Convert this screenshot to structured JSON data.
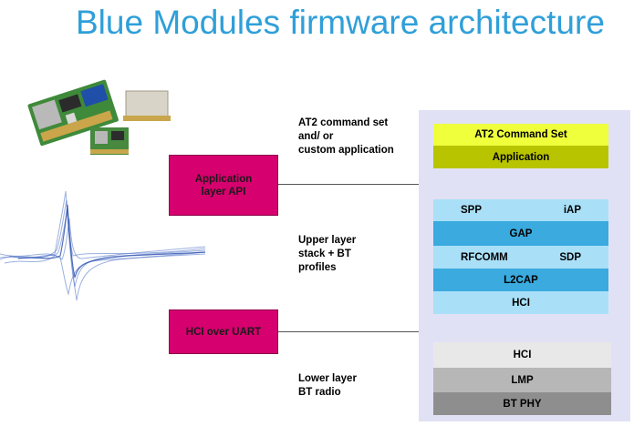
{
  "title": "Blue Modules firmware architecture",
  "boxes": {
    "app_api": [
      "Application",
      "layer API"
    ],
    "hci_uart": "HCI over UART"
  },
  "labels": {
    "top": [
      "AT2 command set",
      "and/ or",
      "custom application"
    ],
    "middle": [
      "Upper layer",
      "stack + BT",
      "profiles"
    ],
    "bottom": [
      "Lower layer",
      "BT radio"
    ]
  },
  "stack": {
    "at2": "AT2 Command Set",
    "application": "Application",
    "spp": "SPP",
    "iap": "iAP",
    "gap": "GAP",
    "rfcomm": "RFCOMM",
    "sdp": "SDP",
    "l2cap": "L2CAP",
    "hci_upper": "HCI",
    "hci_lower": "HCI",
    "lmp": "LMP",
    "bt_phy": "BT PHY"
  },
  "colors": {
    "title": "#2f9fd8",
    "pink": "#d6006e",
    "at2": "#efff3c",
    "application": "#b8c400",
    "light_blue": "#a9e0f8",
    "mid_blue": "#3aaadf",
    "grey_light": "#e8e8e8",
    "grey_mid": "#b7b7b7",
    "grey_dark": "#8e8e8e"
  }
}
